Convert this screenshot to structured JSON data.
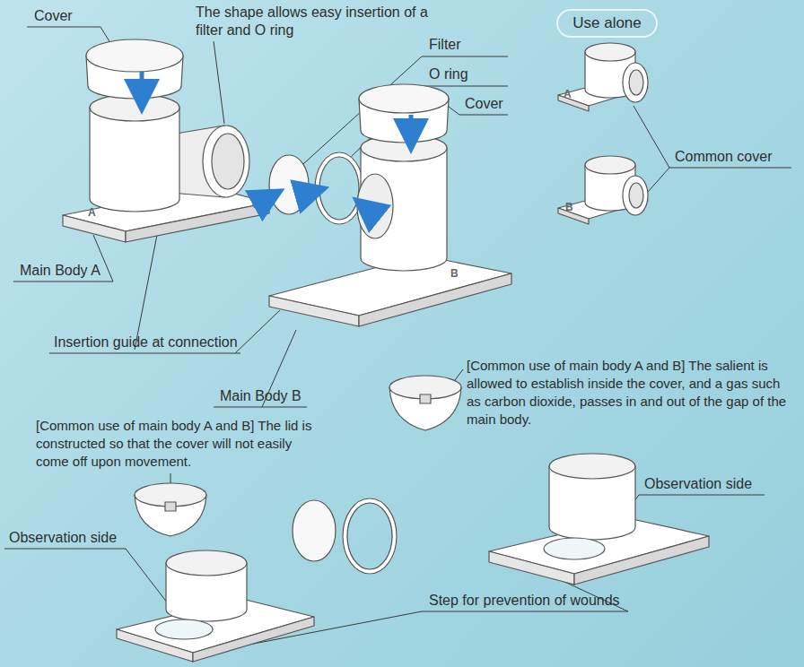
{
  "diagram": {
    "nodes": [
      {
        "text": [
          "Use alone"
        ]
      }
    ],
    "labels": [
      "Cover",
      "The shape allows easy insertion of a filter and O ring",
      "Filter",
      "O ring",
      "Cover",
      "Common cover",
      "Main Body A",
      "A",
      "B",
      "Insertion guide at connection",
      "Main Body B",
      "A",
      "B",
      "[Common use of main body A and B] The salient is allowed to establish inside the cover, and a gas such as carbon dioxide, passes in and out of the gap of the main body.",
      "[Common use of main body A and B] The lid is constructed so that the cover will not easily come off upon movement.",
      "Observation side",
      "Observation side",
      "Step for prevention of wounds"
    ]
  }
}
